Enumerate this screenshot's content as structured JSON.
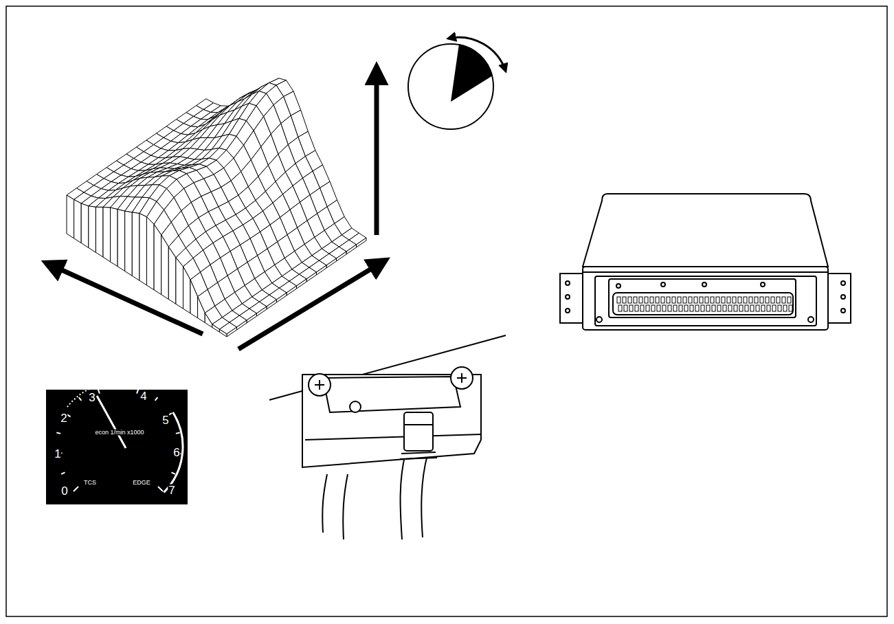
{
  "diagram": {
    "labels": [
      "0",
      "1",
      "2",
      "3",
      "4",
      "5",
      "6",
      "7",
      "econ 1/min x1000",
      "TCS",
      "EDGE"
    ]
  }
}
